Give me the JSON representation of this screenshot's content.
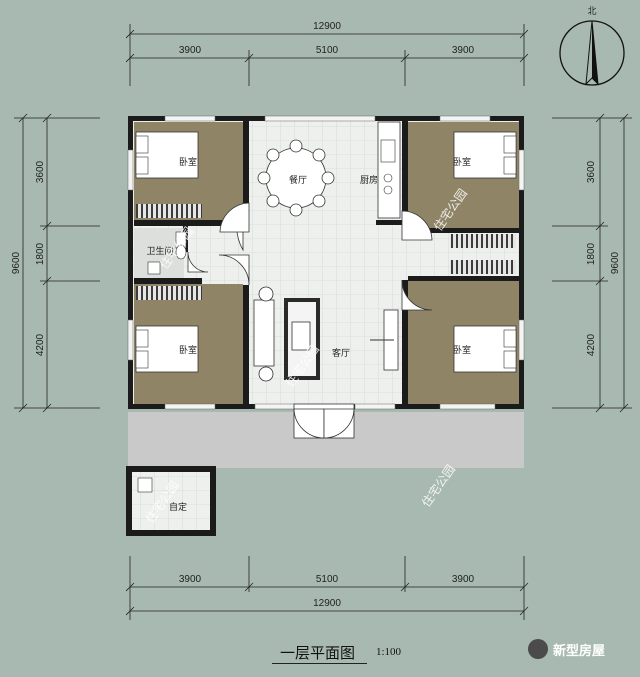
{
  "plan": {
    "title": "一层平面图",
    "scale": "1:100",
    "overall_width": "12900",
    "overall_depth": "9600",
    "horizontal_segments": [
      "3900",
      "5100",
      "3900"
    ],
    "vertical_segments": [
      "3600",
      "1800",
      "4200"
    ],
    "north_label": "北"
  },
  "rooms": {
    "bedroom": "卧室",
    "dining": "餐厅",
    "kitchen": "厨房",
    "bathroom": "卫生间",
    "living": "客厅",
    "outbuilding": "自定"
  },
  "watermark": "住宅公园",
  "brand": "新型房屋",
  "colors": {
    "background": "#a7b9b1",
    "bedroom_floor": "#8f8566",
    "tile_floor": "#eef0ee",
    "walls": "#1b1b1b",
    "porch": "#c9c9c9"
  }
}
